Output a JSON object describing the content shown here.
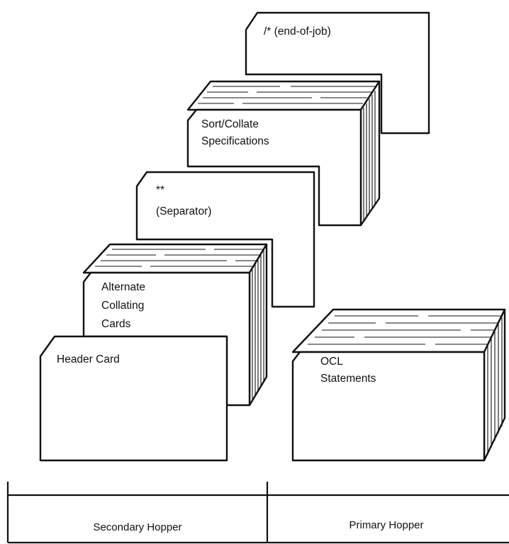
{
  "cards": {
    "end_of_job": {
      "label": "/* (end-of-job)"
    },
    "sort_collate": {
      "line1": "Sort/Collate",
      "line2": "Specifications"
    },
    "separator": {
      "line1": "**",
      "line2": "(Separator)"
    },
    "alternate": {
      "line1": "Alternate",
      "line2": "Collating",
      "line3": "Cards"
    },
    "header": {
      "label": "Header Card"
    },
    "ocl": {
      "line1": "OCL",
      "line2": "Statements"
    }
  },
  "hoppers": {
    "secondary": "Secondary Hopper",
    "primary": "Primary Hopper"
  }
}
